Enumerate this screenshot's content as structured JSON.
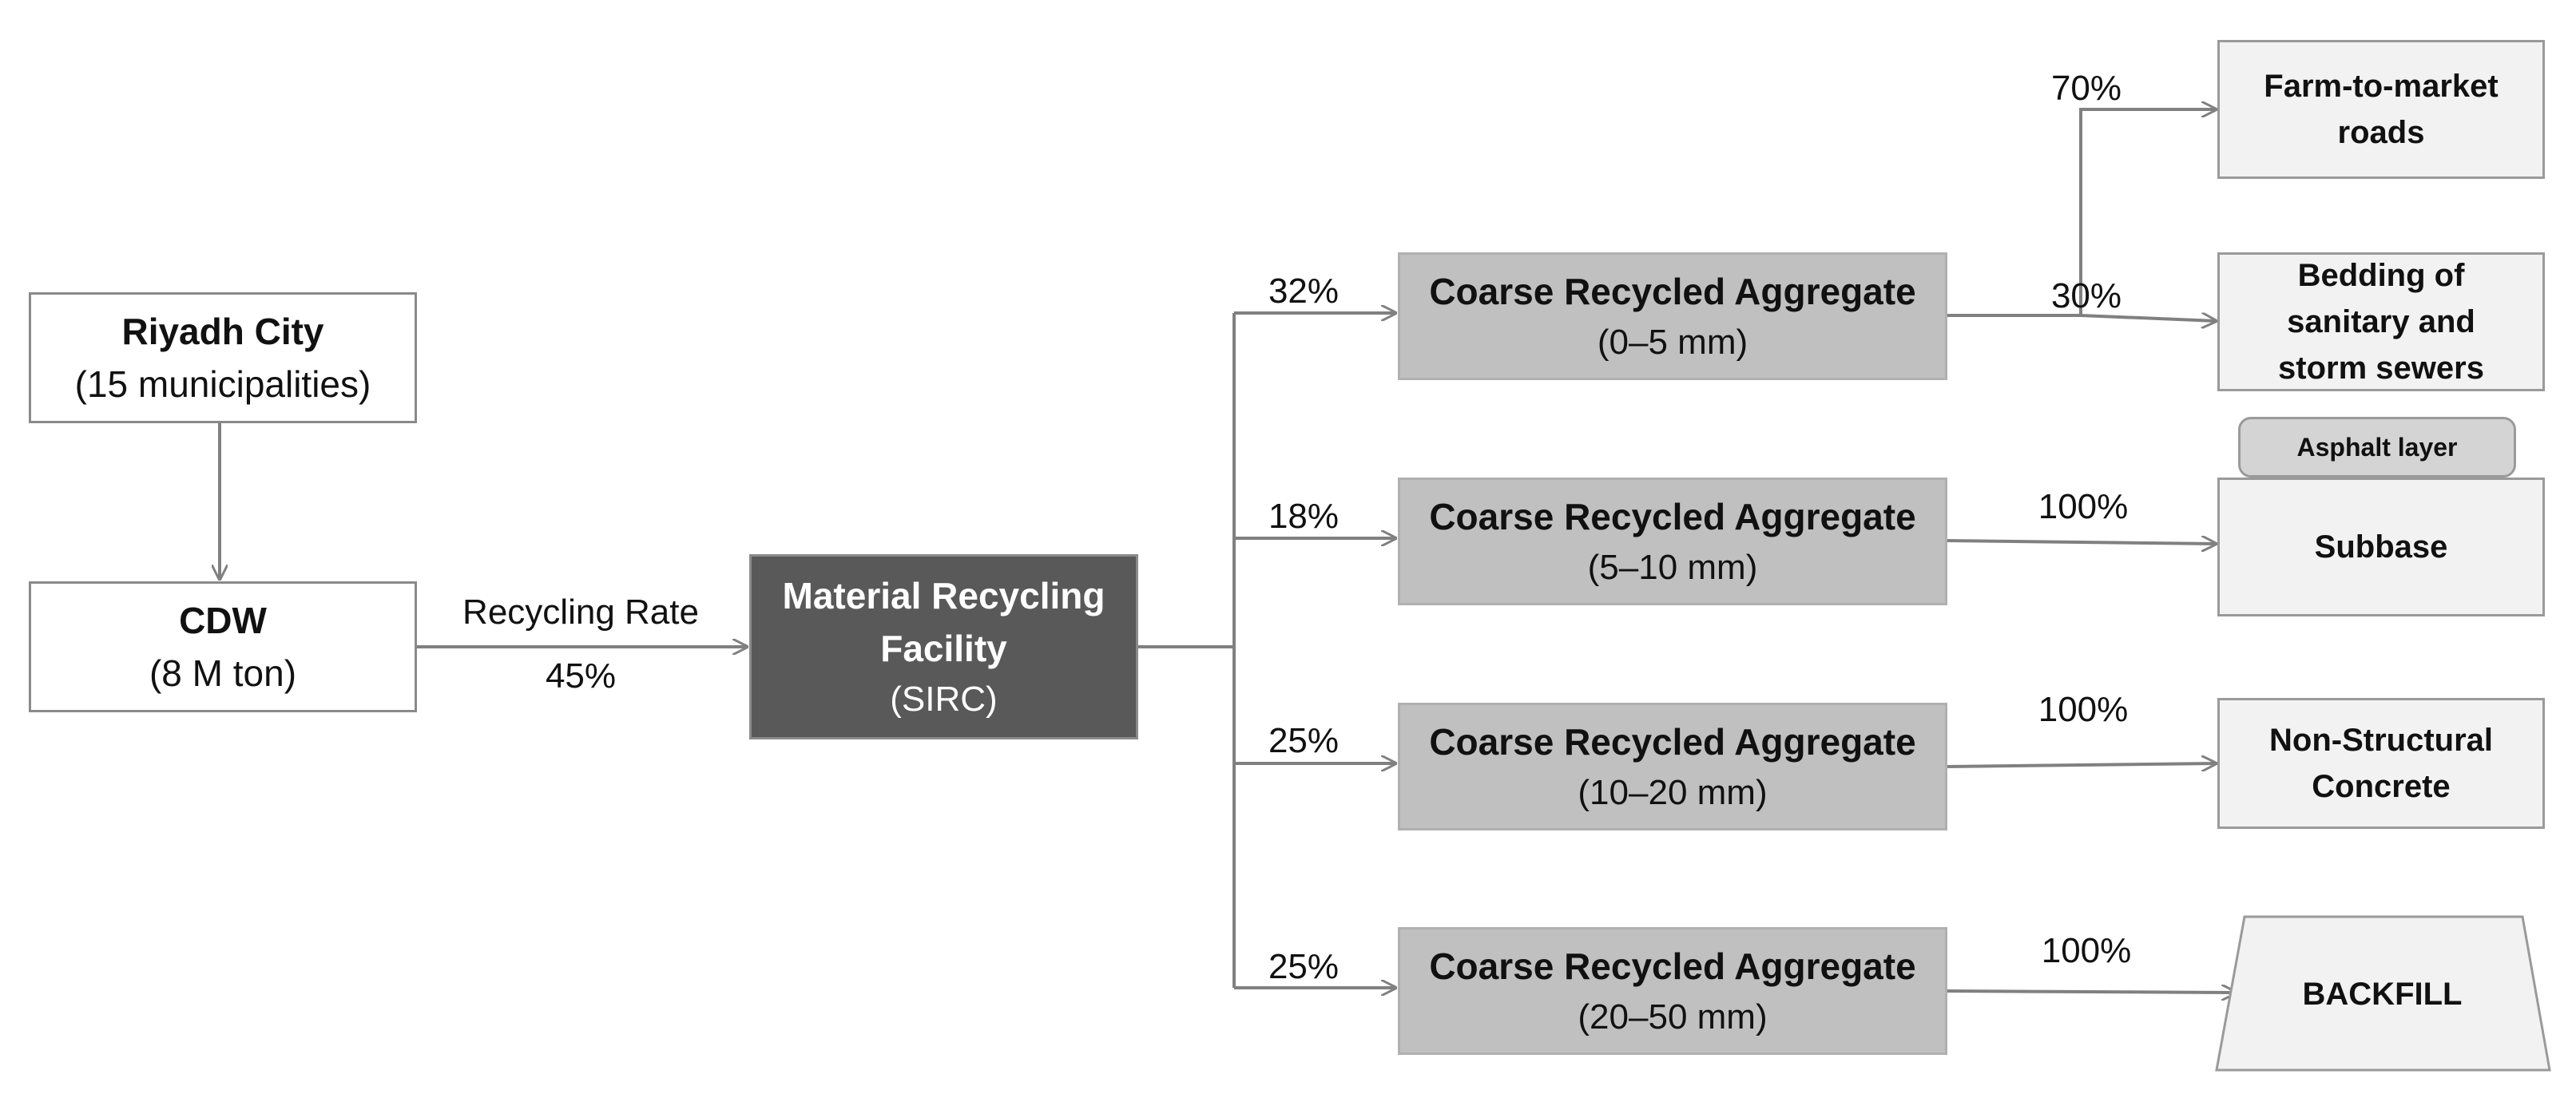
{
  "source": {
    "title": "Riyadh City",
    "subtitle": "(15 municipalities)"
  },
  "cdw": {
    "title": "CDW",
    "subtitle": "(8 M ton)"
  },
  "recycling": {
    "label": "Recycling Rate",
    "rate": "45%"
  },
  "facility": {
    "line1": "Material Recycling",
    "line2": "Facility",
    "line3": "(SIRC)"
  },
  "aggregates": [
    {
      "title": "Coarse Recycled Aggregate",
      "size": "(0–5 mm)",
      "share": "32%"
    },
    {
      "title": "Coarse Recycled Aggregate",
      "size": "(5–10 mm)",
      "share": "18%"
    },
    {
      "title": "Coarse Recycled Aggregate",
      "size": "(10–20 mm)",
      "share": "25%"
    },
    {
      "title": "Coarse Recycled Aggregate",
      "size": "(20–50 mm)",
      "share": "25%"
    }
  ],
  "uses": {
    "farm": {
      "line1": "Farm-to-market",
      "line2": "roads",
      "share": "70%"
    },
    "bedding": {
      "line1": "Bedding of",
      "line2": "sanitary and",
      "line3": "storm sewers",
      "share": "30%"
    },
    "asphalt": {
      "label": "Asphalt layer"
    },
    "subbase": {
      "label": "Subbase",
      "share": "100%"
    },
    "concrete": {
      "line1": "Non-Structural",
      "line2": "Concrete",
      "share": "100%"
    },
    "backfill": {
      "label": "BACKFILL",
      "share": "100%"
    }
  }
}
